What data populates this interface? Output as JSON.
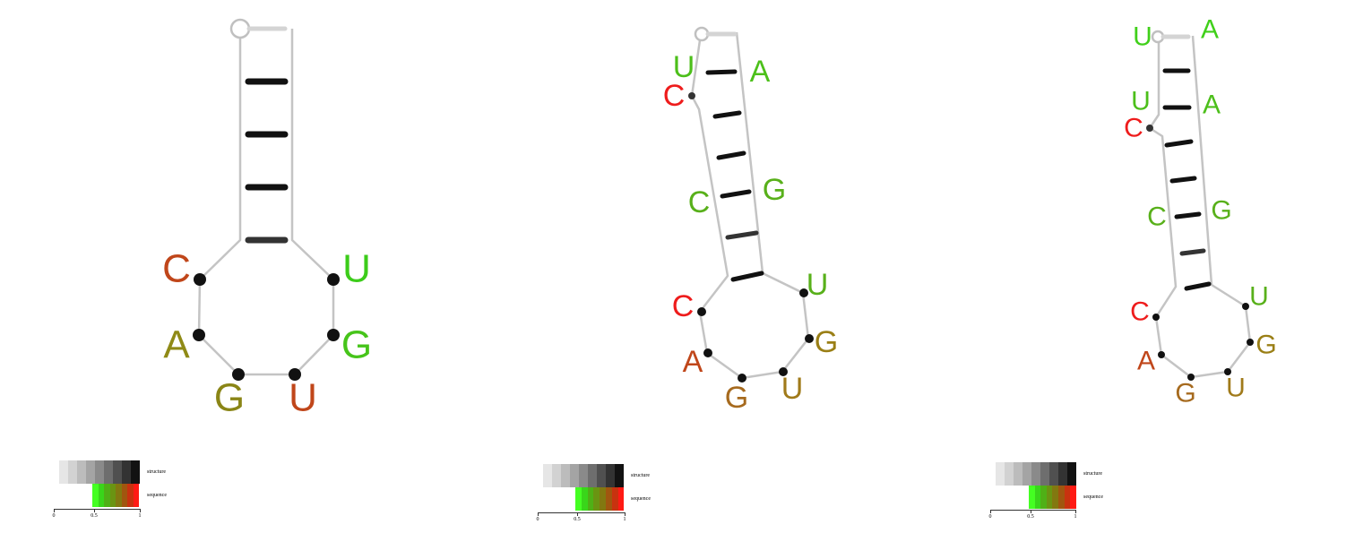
{
  "panels": [
    {
      "nucleotides": [
        {
          "letter": "C",
          "color": "#c0461a"
        },
        {
          "letter": "A",
          "color": "#8f8a16"
        },
        {
          "letter": "G",
          "color": "#8a8516"
        },
        {
          "letter": "U",
          "color": "#c0461a"
        },
        {
          "letter": "G",
          "color": "#46c41a"
        },
        {
          "letter": "U",
          "color": "#3ccc1a"
        }
      ],
      "stem_letters": []
    },
    {
      "nucleotides": [
        {
          "letter": "C",
          "color": "#ee1c1c"
        },
        {
          "letter": "A",
          "color": "#c0461a"
        },
        {
          "letter": "G",
          "color": "#a66a1e"
        },
        {
          "letter": "U",
          "color": "#a07a1a"
        },
        {
          "letter": "G",
          "color": "#9a7f16"
        },
        {
          "letter": "U",
          "color": "#58b01a"
        }
      ],
      "stem_letters": [
        {
          "letter": "U",
          "color": "#4cbf1a"
        },
        {
          "letter": "C",
          "color": "#ee1c1c"
        },
        {
          "letter": "C",
          "color": "#58b01a"
        },
        {
          "letter": "A",
          "color": "#4cc01a"
        },
        {
          "letter": "G",
          "color": "#58b01a"
        }
      ]
    },
    {
      "nucleotides": [
        {
          "letter": "C",
          "color": "#ee1c1c"
        },
        {
          "letter": "A",
          "color": "#c0461a"
        },
        {
          "letter": "G",
          "color": "#a66a1e"
        },
        {
          "letter": "U",
          "color": "#a07a1a"
        },
        {
          "letter": "G",
          "color": "#9a7f16"
        },
        {
          "letter": "U",
          "color": "#58b01a"
        }
      ],
      "stem_letters": [
        {
          "letter": "U",
          "color": "#40d01a"
        },
        {
          "letter": "U",
          "color": "#4cbf1a"
        },
        {
          "letter": "C",
          "color": "#ee1c1c"
        },
        {
          "letter": "C",
          "color": "#58b01a"
        },
        {
          "letter": "A",
          "color": "#40d01a"
        },
        {
          "letter": "A",
          "color": "#4cbf1a"
        },
        {
          "letter": "G",
          "color": "#58b01a"
        }
      ]
    }
  ],
  "legend": {
    "structure_label": "structure",
    "sequence_label": "sequence",
    "tick_labels": [
      "0",
      "0.5",
      "1"
    ],
    "structure_colors": [
      "#e6e6e6",
      "#d2d2d2",
      "#bcbcbc",
      "#a4a4a4",
      "#8a8a8a",
      "#6e6e6e",
      "#505050",
      "#333333",
      "#121212"
    ],
    "sequence_colors": [
      "#44ff22",
      "#39d61a",
      "#4fb016",
      "#6a9412",
      "#827810",
      "#a0560f",
      "#c8320f",
      "#ff1a14"
    ]
  }
}
